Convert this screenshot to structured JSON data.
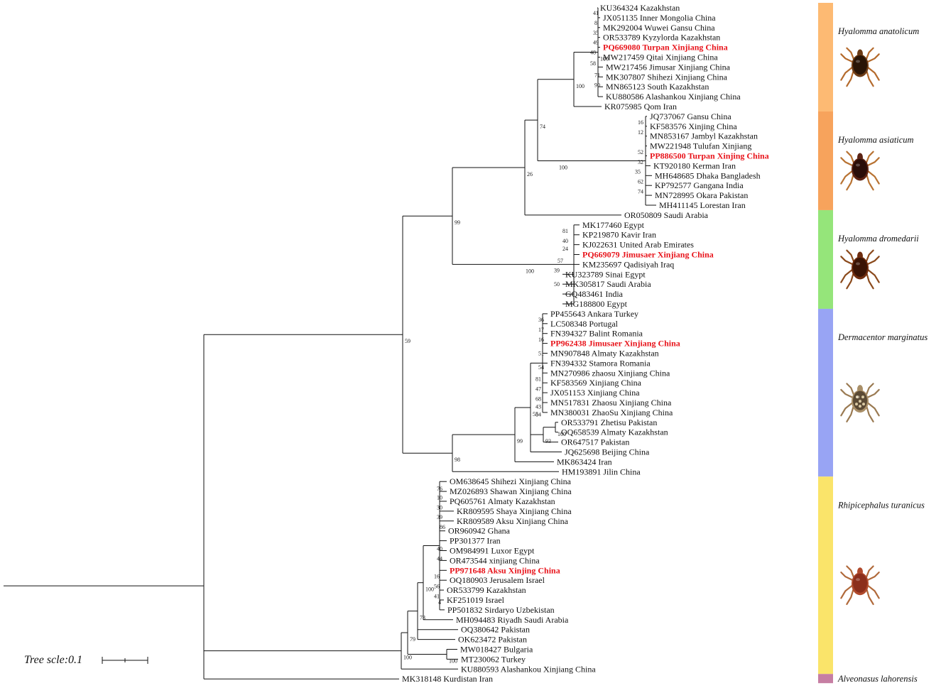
{
  "scale_bar": {
    "label": "Tree scle:0.1"
  },
  "colors": {
    "highlight": "#e8141b",
    "anatolicum": "#fdba73",
    "asiaticum": "#f7a35c",
    "dromedarii": "#95e57a",
    "marginatus": "#98a4f4",
    "turanicus": "#fae46a",
    "lahorensis": "#c67ea3"
  },
  "clades": [
    {
      "name": "Hyalomma anatolicum",
      "color": "#fdba73",
      "icon": "tick-icon"
    },
    {
      "name": "Hyalomma asiaticum",
      "color": "#f7a35c",
      "icon": "tick-icon"
    },
    {
      "name": "Hyalomma dromedarii",
      "color": "#95e57a",
      "icon": "tick-icon"
    },
    {
      "name": "Dermacentor marginatus",
      "color": "#98a4f4",
      "icon": "tick-icon"
    },
    {
      "name": "Rhipicephalus turanicus",
      "color": "#fae46a",
      "icon": "tick-icon"
    },
    {
      "name": "Alveonasus lahorensis",
      "color": "#c67ea3",
      "icon": ""
    }
  ],
  "leaves": [
    {
      "label": "KU364324 Kazakhstan"
    },
    {
      "label": "JX051135 Inner Mongolia China"
    },
    {
      "label": "MK292004 Wuwei Gansu China"
    },
    {
      "label": "OR533789 Kyzylorda Kazakhstan"
    },
    {
      "label": "PQ669080 Turpan Xinjiang China",
      "highlight": true
    },
    {
      "label": "MW217459 Qitai Xinjiang China"
    },
    {
      "label": "MW217456 Jimusar Xinjiang China"
    },
    {
      "label": "MK307807 Shihezi Xinjiang China"
    },
    {
      "label": "MN865123 South Kazakhstan"
    },
    {
      "label": "KU880586 Alashankou Xinjiang China"
    },
    {
      "label": "KR075985 Qom Iran"
    },
    {
      "label": "JQ737067 Gansu China"
    },
    {
      "label": "KF583576 Xinjing China"
    },
    {
      "label": "MN853167 Jambyl Kazakhstan"
    },
    {
      "label": "MW221948 Tulufan Xinjiang"
    },
    {
      "label": "PP886500 Turpan Xinjing China",
      "highlight": true
    },
    {
      "label": "KT920180 Kerman Iran"
    },
    {
      "label": "MH648685 Dhaka Bangladesh"
    },
    {
      "label": "KP792577 Gangana India"
    },
    {
      "label": "MN728995 Okara Pakistan"
    },
    {
      "label": "MH411145 Lorestan Iran"
    },
    {
      "label": "OR050809 Saudi Arabia"
    },
    {
      "label": "MK177460 Egypt"
    },
    {
      "label": "KP219870 Kavir Iran"
    },
    {
      "label": "KJ022631 United Arab Emirates"
    },
    {
      "label": "PQ669079 Jimusaer Xinjiang China",
      "highlight": true
    },
    {
      "label": "KM235697 Qadisiyah Iraq"
    },
    {
      "label": "KU323789 Sinai Egypt"
    },
    {
      "label": "MK305817 Saudi Arabia"
    },
    {
      "label": "GQ483461 India"
    },
    {
      "label": "MG188800 Egypt"
    },
    {
      "label": "PP455643 Ankara Turkey"
    },
    {
      "label": "LC508348 Portugal"
    },
    {
      "label": "FN394327 Balint Romania"
    },
    {
      "label": "PP962438 Jimusaer Xinjiang China",
      "highlight": true
    },
    {
      "label": "MN907848 Almaty Kazakhstan"
    },
    {
      "label": "FN394332 Stamora Romania"
    },
    {
      "label": "MN270986 zhaosu Xinjiang China"
    },
    {
      "label": "KF583569 Xinjiang China"
    },
    {
      "label": "JX051153 Xinjiang China"
    },
    {
      "label": "MN517831 Zhaosu Xinjiang China"
    },
    {
      "label": "MN380031 ZhaoSu Xinjiang China"
    },
    {
      "label": "OR533791 Zhetisu Pakistan"
    },
    {
      "label": "OQ658539 Almaty Kazakhstan"
    },
    {
      "label": "OR647517 Pakistan"
    },
    {
      "label": "JQ625698 Beijing China"
    },
    {
      "label": "MK863424 Iran"
    },
    {
      "label": "HM193891 Jilin China"
    },
    {
      "label": "OM638645 Shihezi Xinjiang China"
    },
    {
      "label": "MZ026893 Shawan Xinjiang China"
    },
    {
      "label": "PQ605761 Almaty Kazakhstan"
    },
    {
      "label": "KR809595 Shaya Xinjiang China"
    },
    {
      "label": "KR809589 Aksu Xinjiang China"
    },
    {
      "label": "OR960942 Ghana"
    },
    {
      "label": "PP301377 Iran"
    },
    {
      "label": "OM984991 Luxor Egypt"
    },
    {
      "label": "OR473544 xinjiang China"
    },
    {
      "label": "PP971648 Aksu Xinjing China",
      "highlight": true
    },
    {
      "label": "OQ180903 Jerusalem Israel"
    },
    {
      "label": "OR533799 Kazakhstan"
    },
    {
      "label": "KF251019 Israel"
    },
    {
      "label": "PP501832 Sirdaryo Uzbekistan"
    },
    {
      "label": "MH094483 Riyadh Saudi Arabia"
    },
    {
      "label": "OQ380642 Pakistan"
    },
    {
      "label": "OK623472 Pakistan"
    },
    {
      "label": "MW018427 Bulgaria"
    },
    {
      "label": "MT230062 Turkey"
    },
    {
      "label": "KU880593 Alashankou Xinjiang China"
    },
    {
      "label": "MK318148 Kurdistan Iran"
    }
  ],
  "support": {
    "root_turanicus": "100",
    "anat_asia_drom_marg": "59",
    "hyalomma": "99",
    "marginatus": "98",
    "anat_asia_or": "26",
    "anat_asia": "74",
    "anatolicum": "100",
    "anatolicum_core": "100",
    "asiaticum": "100",
    "dromedarii": "100",
    "marg_core": "99",
    "marg_sub": "55",
    "marg_or": "93",
    "marg_or2": "100",
    "tur_a": "79",
    "tur_b": "73",
    "tur_c": "100",
    "tur_mw": "100"
  },
  "small_support": [
    "41",
    "8",
    "35",
    "49",
    "48",
    "58",
    "71",
    "90",
    "16",
    "12",
    "52",
    "32",
    "35",
    "62",
    "74",
    "81",
    "40",
    "24",
    "57",
    "39",
    "50",
    "36",
    "17",
    "16",
    "51",
    "54",
    "81",
    "47",
    "68",
    "43",
    "84",
    "76",
    "10",
    "30",
    "39",
    "86",
    "40",
    "44",
    "16",
    "56",
    "41",
    "4"
  ]
}
